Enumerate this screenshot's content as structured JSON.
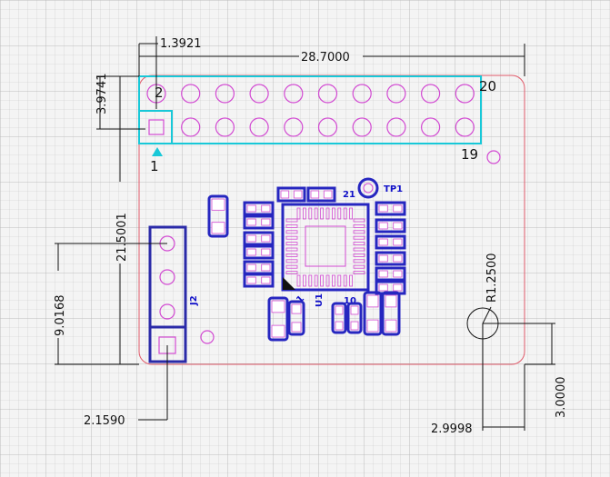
{
  "dimensions": {
    "header_offset": "1.3921",
    "board_width": "28.7000",
    "header_top": "3.9741",
    "board_height": "21.5001",
    "j2_span": "9.0168",
    "j2_offset": "2.1590",
    "hole_radius": "R1.2500",
    "hole_from_right": "2.9998",
    "hole_from_bottom": "3.0000"
  },
  "pin_labels": {
    "pin1": "1",
    "pin2": "2",
    "pin19": "19",
    "pin20": "20"
  },
  "refdes": {
    "tp1": "TP1",
    "u1": "U1",
    "j2": "J2",
    "u1_pin1": "1",
    "u1_pin10": "10",
    "u1_pin21": "21"
  },
  "colors": {
    "background": "#f4f4f4",
    "grid": "#c8c8c8",
    "board_outline": "#e05a6a",
    "header_silkscreen": "#18c8d8",
    "pad_outline": "#d24ad2",
    "component_blue": "#2626c0"
  }
}
